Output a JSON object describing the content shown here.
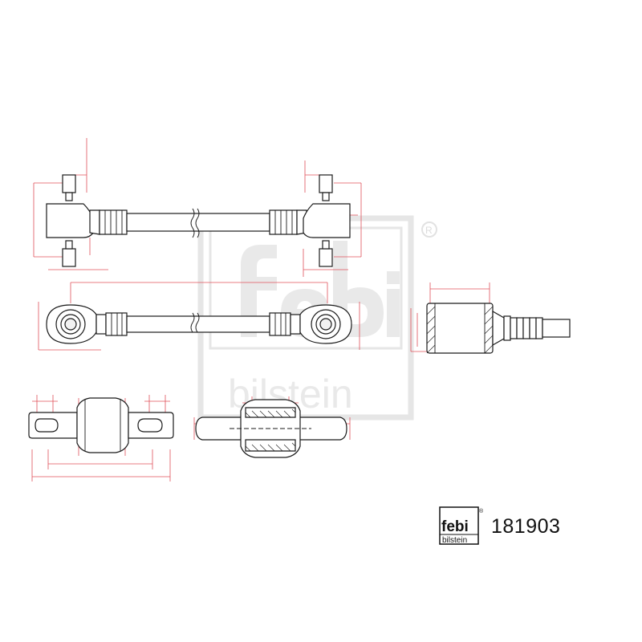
{
  "brand": {
    "wordmark": "febi",
    "sub": "bilstein",
    "registered": "®"
  },
  "part_number": "181903",
  "colors": {
    "dimension_lines": "#e0505a",
    "outline": "#1a1a1a",
    "watermark": "#e6e6e6"
  }
}
